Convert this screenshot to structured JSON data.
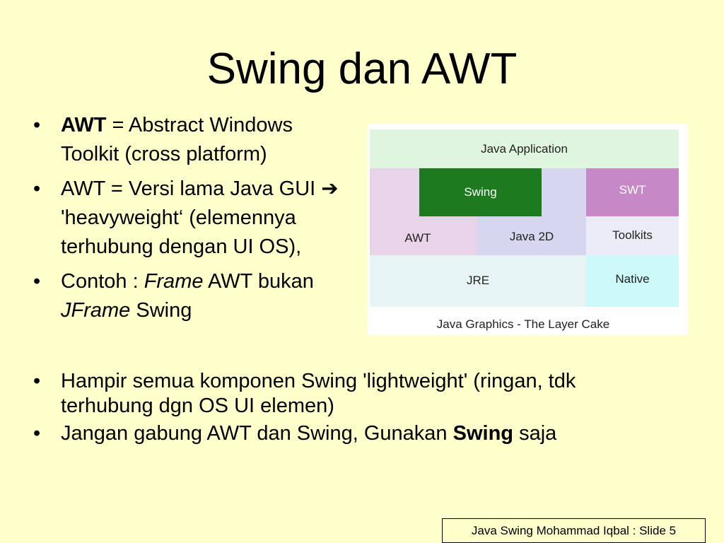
{
  "slide": {
    "title": "Swing dan AWT",
    "bullet_glyph": "•",
    "top_bullets": [
      {
        "bold": "AWT",
        "text": " = Abstract Windows Toolkit (cross platform)"
      },
      {
        "text_a": "AWT = Versi lama Java GUI ",
        "arrow": "➔",
        "text_b": " 'heavyweight‘ (elemennya terhubung dengan UI OS),"
      },
      {
        "text_a": "Contoh : ",
        "italic_a": "Frame",
        "text_b": " AWT bukan ",
        "italic_b": "JFrame",
        "text_c": " Swing"
      }
    ],
    "bottom_bullets": [
      {
        "text": "Hampir semua komponen Swing  'lightweight' (ringan, tdk terhubung dgn OS UI elemen)"
      },
      {
        "text": "Jangan gabung AWT dan Swing, Gunakan ",
        "bold": "Swing",
        "text_b": " saja"
      }
    ],
    "footer": "Java Swing Mohammad Iqbal : Slide 5"
  },
  "diagram": {
    "caption": "Java Graphics - The Layer Cake",
    "layers": {
      "java_application": "Java Application",
      "swing": "Swing",
      "swt": "SWT",
      "awt": "AWT",
      "java2d": "Java 2D",
      "toolkits": "Toolkits",
      "jre": "JRE",
      "native": "Native"
    },
    "colors": {
      "java_application": "#dff5dd",
      "swing": "#1e7a1e",
      "awt": "#e8d3e8",
      "java2d": "#d6d6ee",
      "swt": "#c688c6",
      "toolkits": "#ececf8",
      "jre": "#e6f4f4",
      "native": "#ccf8f8"
    }
  }
}
